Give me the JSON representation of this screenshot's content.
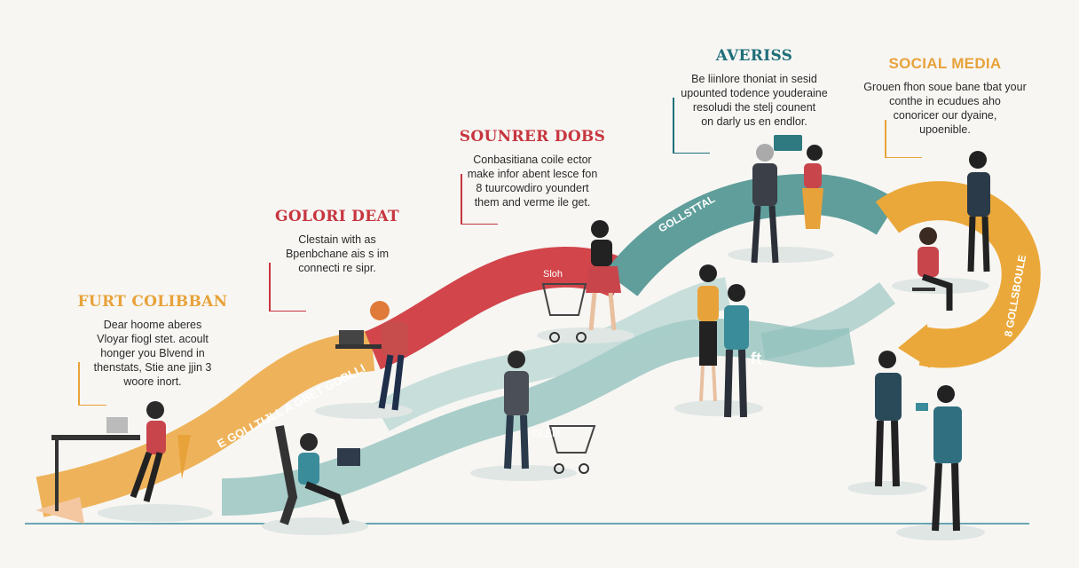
{
  "colors": {
    "orange": "#e8a23a",
    "red": "#d2454b",
    "teal": "#5f9e9b",
    "navy": "#1f5d6b",
    "baseline": "#3a8aa0"
  },
  "stages": [
    {
      "title": "FURT COLIBBAN",
      "text": [
        "Dear hoome aberes",
        "Vloyar fiogl stet. acoult",
        "honger you Blvend in",
        "thenstats, Stie ane jjin 3",
        "woore inort."
      ],
      "color": "#e8a23a"
    },
    {
      "title": "GOLORI DEAT",
      "text": [
        "Clestain with as",
        "Bpenbchane ais s im",
        "connecti re sipr."
      ],
      "color": "#c7363f"
    },
    {
      "title": "SOUNRER DOBS",
      "text": [
        "Conbasitiana coile ector",
        "make infor abent lesce fon",
        "8 tuurcowdiro youndert",
        "them and verme ile get."
      ],
      "color": "#c7363f"
    },
    {
      "title": "AVERISS",
      "text": [
        "Be liinlore thoniat in sesid",
        "upounted todence youderaine",
        "resoludi the stelj counent",
        "on darly us en endlor."
      ],
      "color": "#1f6f7a"
    },
    {
      "title": "SOCIAL MEDIA",
      "text": [
        "Grouen fhon soue bane tbat your",
        "conthe in ecudues aho",
        "conoricer our dyaine,",
        "upoenible."
      ],
      "color": "#e8a23a"
    }
  ],
  "path_labels": {
    "orange": "E GOLLTIJLL A GBET GOBLLI",
    "teal": "GOLLSTTAL",
    "orange_right": "8 GOLLSBOULE",
    "red": "Sloh",
    "lower": "GLEM",
    "arrow_label": "ft"
  }
}
